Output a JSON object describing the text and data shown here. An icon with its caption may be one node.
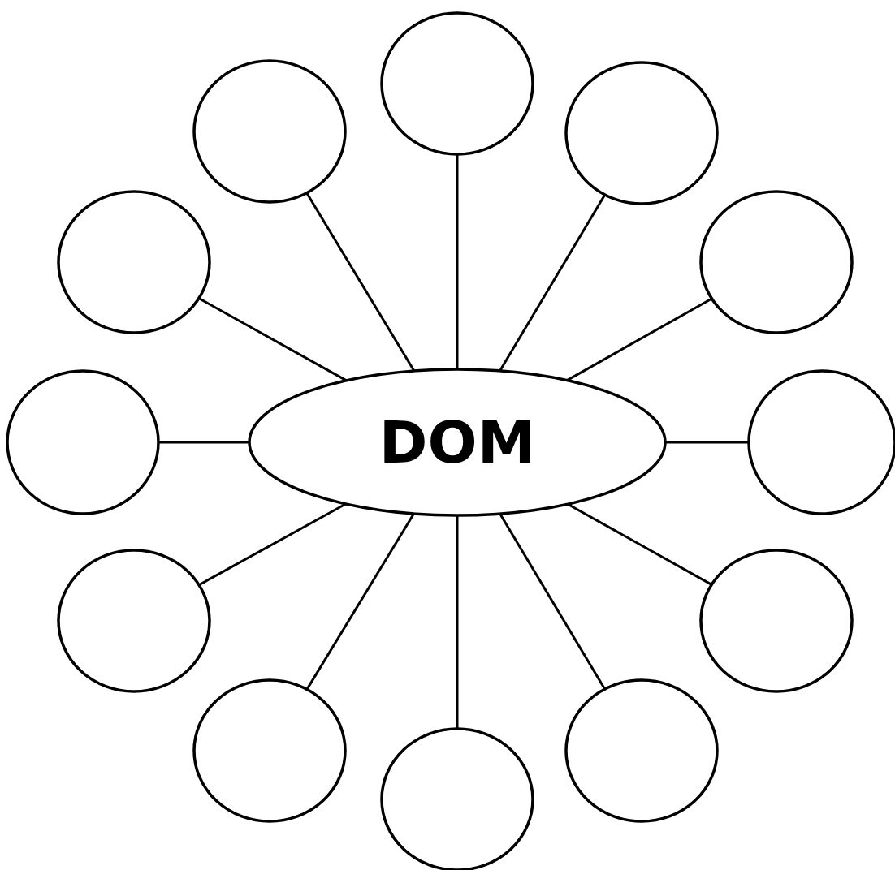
{
  "diagram": {
    "nodes": [
      {
        "text": [
          "DOM"
        ]
      },
      {
        "text": [],
        "shape": "circle"
      },
      {
        "text": [],
        "shape": "circle"
      },
      {
        "text": [],
        "shape": "circle"
      },
      {
        "text": [],
        "shape": "circle"
      },
      {
        "text": [],
        "shape": "circle"
      },
      {
        "text": [],
        "shape": "circle"
      },
      {
        "text": [],
        "shape": "circle"
      },
      {
        "text": [],
        "shape": "circle"
      },
      {
        "text": [],
        "shape": "circle"
      },
      {
        "text": [],
        "shape": "circle"
      },
      {
        "text": [],
        "shape": "circle"
      },
      {
        "text": [],
        "shape": "circle"
      }
    ],
    "edges": [
      {
        "from": 0,
        "to": 1,
        "arrow": "none"
      },
      {
        "from": 0,
        "to": 2,
        "arrow": "none"
      },
      {
        "from": 0,
        "to": 3,
        "arrow": "none"
      },
      {
        "from": 0,
        "to": 4,
        "arrow": "none"
      },
      {
        "from": 0,
        "to": 5,
        "arrow": "none"
      },
      {
        "from": 0,
        "to": 6,
        "arrow": "none"
      },
      {
        "from": 0,
        "to": 7,
        "arrow": "none"
      },
      {
        "from": 0,
        "to": 8,
        "arrow": "none"
      },
      {
        "from": 0,
        "to": 9,
        "arrow": "none"
      },
      {
        "from": 0,
        "to": 10,
        "arrow": "none"
      },
      {
        "from": 0,
        "to": 11,
        "arrow": "none"
      },
      {
        "from": 0,
        "to": 12,
        "arrow": "none"
      }
    ]
  }
}
